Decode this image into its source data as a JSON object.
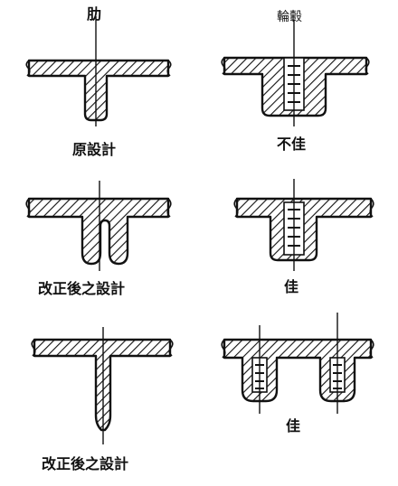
{
  "labels": {
    "top_left": "肋",
    "top_right": "輪轂",
    "row1_left": "原設計",
    "row1_right": "不佳",
    "row2_left": "改正後之設計",
    "row2_right": "佳",
    "row3_left": "改正後之設計",
    "row3_right": "佳"
  }
}
